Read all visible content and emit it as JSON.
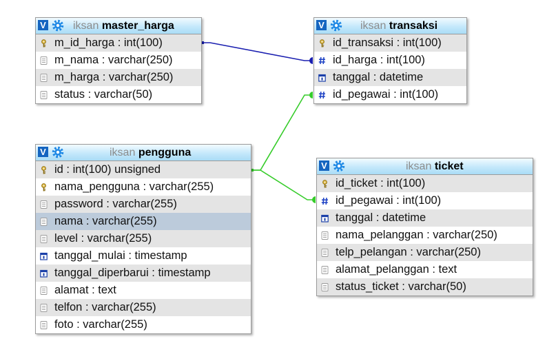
{
  "links_color_blue": "#1a1fb0",
  "links_color_green": "#36cc2a",
  "tables": [
    {
      "db": "iksan",
      "name": "master_harga",
      "columns": [
        {
          "text": "m_id_harga : int(100)",
          "icon": "key-icon"
        },
        {
          "text": "m_nama : varchar(250)",
          "icon": "text-column-icon"
        },
        {
          "text": "m_harga : varchar(250)",
          "icon": "text-column-icon"
        },
        {
          "text": "status : varchar(50)",
          "icon": "text-column-icon"
        }
      ]
    },
    {
      "db": "iksan",
      "name": "transaksi",
      "columns": [
        {
          "text": "id_transaksi : int(100)",
          "icon": "key-icon"
        },
        {
          "text": "id_harga : int(100)",
          "icon": "numeric-column-icon"
        },
        {
          "text": "tanggal : datetime",
          "icon": "date-column-icon"
        },
        {
          "text": "id_pegawai : int(100)",
          "icon": "numeric-column-icon"
        }
      ]
    },
    {
      "db": "iksan",
      "name": "pengguna",
      "columns": [
        {
          "text": "id : int(100) unsigned",
          "icon": "key-icon"
        },
        {
          "text": "nama_pengguna : varchar(255)",
          "icon": "key-icon"
        },
        {
          "text": "password : varchar(255)",
          "icon": "text-column-icon"
        },
        {
          "text": "nama : varchar(255)",
          "icon": "text-column-icon"
        },
        {
          "text": "level : varchar(255)",
          "icon": "text-column-icon"
        },
        {
          "text": "tanggal_mulai : timestamp",
          "icon": "date-column-icon"
        },
        {
          "text": "tanggal_diperbarui : timestamp",
          "icon": "date-column-icon"
        },
        {
          "text": "alamat : text",
          "icon": "text-column-icon"
        },
        {
          "text": "telfon : varchar(255)",
          "icon": "text-column-icon"
        },
        {
          "text": "foto : varchar(255)",
          "icon": "text-column-icon"
        }
      ]
    },
    {
      "db": "iksan",
      "name": "ticket",
      "columns": [
        {
          "text": "id_ticket : int(100)",
          "icon": "key-icon"
        },
        {
          "text": "id_pegawai : int(100)",
          "icon": "numeric-column-icon"
        },
        {
          "text": "tanggal : datetime",
          "icon": "date-column-icon"
        },
        {
          "text": "nama_pelanggan : varchar(250)",
          "icon": "text-column-icon"
        },
        {
          "text": "telp_pelangan : varchar(250)",
          "icon": "text-column-icon"
        },
        {
          "text": "alamat_pelanggan : text",
          "icon": "text-column-icon"
        },
        {
          "text": "status_ticket : varchar(50)",
          "icon": "text-column-icon"
        }
      ]
    }
  ]
}
